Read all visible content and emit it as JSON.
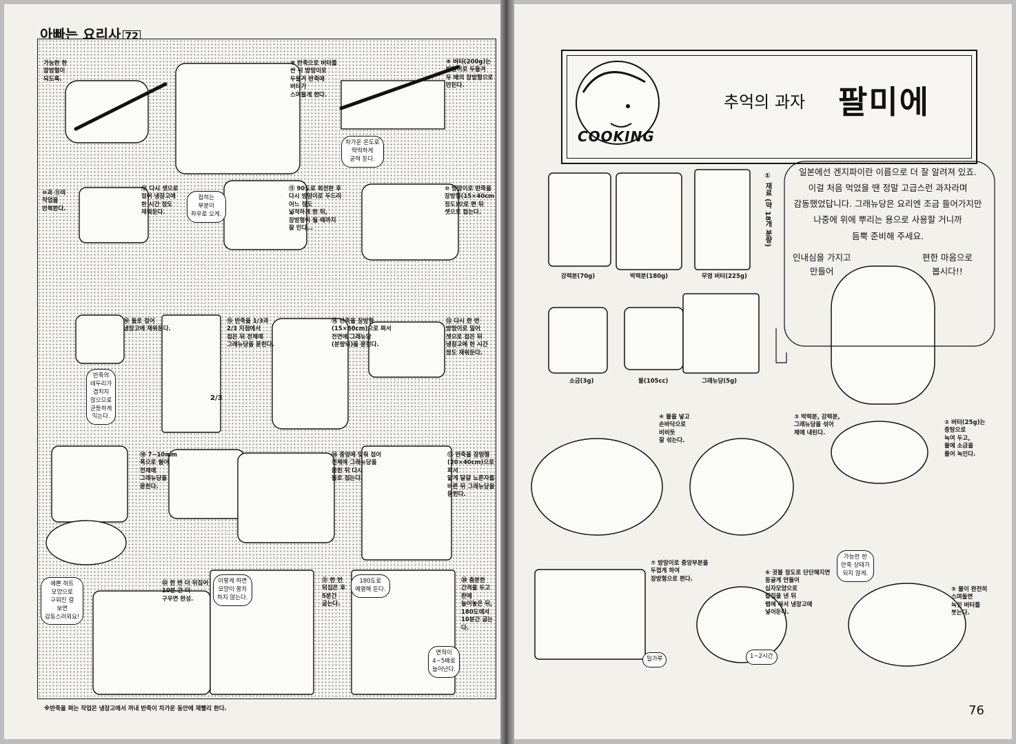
{
  "left_page": {
    "header_title": "아빠는 요리사",
    "volume": "72",
    "steps": {
      "s_rect": "가능한 한\n장방형이\n되도록.",
      "s9": "⑨ 반죽으로 버터를\n싼 뒤 방망이로\n두들겨 반죽에\n버터가\n스며들게 한다.",
      "s8": "⑧ 버터(200g)는\n방망이로 두들겨\n두 배의 장방형으로\n만든다.",
      "s_cold_bubble": "차가운 온도로\n딱딱하게\n굳혀 둔다.",
      "s10_11": "⑩과 ⑪의\n작업을\n반복한다.",
      "s12": "⑫ 다시 셋으로\n접어 냉장고에\n한 시간 정도\n재워둔다.",
      "s_fold_bubble": "접히는\n부분이\n좌우로 오게.",
      "s11": "⑪ 90도로 회전한 후\n다시 방망이로 두드리\n어느 정도\n넓적하게 한 뒤,\n장방형이 될 때까지\n잘 민다…",
      "s10": "⑩ 방망이로 반죽을\n장방형(15×40cm\n정도)으로 편 뒤\n셋으로 접는다.",
      "s16": "⑯ 둘로 접어\n냉장고에 재워둔다.",
      "s15": "⑮ 반죽을 1/3과\n2/3 지점에서\n접은 뒤 전체에\n그래뉴당을 묻힌다.",
      "s14": "⑭ 반죽을 장방형\n(15×60cm)으로 펴서\n전면에 그래뉴당\n(분량외)을 묻힌다.",
      "s13": "⑬ 다시 한 번\n방망이로 밀어\n셋으로 접은 뒤\n냉장고에 한 시간\n정도 재워둔다.",
      "s_edge_bubble": "반죽의\n테두리가\n겹치지\n않으므로\n균등하게\n익는다.",
      "frac": "2/3",
      "s19": "⑲ 7~10mm\n폭으로 썰어\n전체에\n그래뉴당을\n묻힌다.",
      "s18": "⑱ 중앙에 맞춰 접어\n전체에 그래뉴당을\n묻힌 뒤 다시\n둘로 접는다.",
      "s17": "⑰ 반죽을 장방형\n(20×40cm)으로 펴서\n얇게 달걀 노른자를\n바른 뒤 그래뉴당을\n묻힌다.",
      "s_heart_bubble": "예쁜 하트\n모양으로\n구워진 걸\n보면\n감동스러워요!",
      "s22": "㉒ 한 번 더 뒤집어\n10분 간 더\n구우면 완성.",
      "s_shape_bubble": "이렇게 하면\n모양이 뭉치\n하지 않는다.",
      "s21": "㉑ 한 번\n뒤집은 후\n5분간\n굽는다.",
      "s_oven_bubble": "180도로\n예열해 둔다.",
      "s20": "⑳ 충분한\n간격을 두고\n판에\n늘어놓은 뒤,\n180도에서\n10분간 굽는다.",
      "s_area_bubble": "면적이\n4~5배로\n늘어난다."
    },
    "footnote": "※반죽을 펴는 작업은 냉장고에서 꺼내 반죽이 차가운 동안에 재빨리 한다."
  },
  "right_page": {
    "title_sub": "추억의 과자",
    "title_main": "팔미에",
    "cooking_logo": "COOKING",
    "ingredients_heading": "① 재료 (약 18개 분량)",
    "ingredients": [
      "강력분(70g)",
      "박력분(180g)",
      "무염 버터(225g)",
      "소금(3g)",
      "물(105cc)",
      "그래뉴당(5g)"
    ],
    "intro": "일본에선 겐지파이란 이름으로 더 잘 알려져 있죠.\n이걸 처음 먹었을 땐 정말 고급스런 과자라며\n감동했었답니다. 그래뉴당은 요리엔 조금 들어가지만\n나중에 위에 뿌리는 용으로 사용할 거니까\n듬뿍 준비해 주세요.",
    "speech_left": "인내심을 가지고\n만들어",
    "speech_right": "편한 마음으로\n봅시다!!",
    "steps": {
      "s4": "④ 물을 넣고\n손바닥으로\n비비듯\n잘 섞는다.",
      "s3": "③ 박력분, 강력분,\n그래뉴당을 섞어\n체에 내린다.",
      "s2": "② 버터(25g)는\n중탕으로\n녹여 두고,\n물에 소금을\n풀어 녹인다.",
      "s7": "⑦ 방망이로 중앙부분을\n두껍게 하여\n장방형으로 편다.",
      "s6": "⑥ 귓불 정도로 단단해지면\n둥글게 만들어\n십자모양으로\n칼집을 낸 뒤\n랩에 싸서 냉장고에\n넣어둔다.",
      "s_soft_bubble": "가능한 한\n반죽 상태가\n되지 않게.",
      "s5": "⑤ 물이 완전히\n스며들면\n녹인 버터를\n붓는다.",
      "s_flour_bubble": "밀가루",
      "s_time_bubble": "1~2시간"
    },
    "page_number": "76"
  }
}
